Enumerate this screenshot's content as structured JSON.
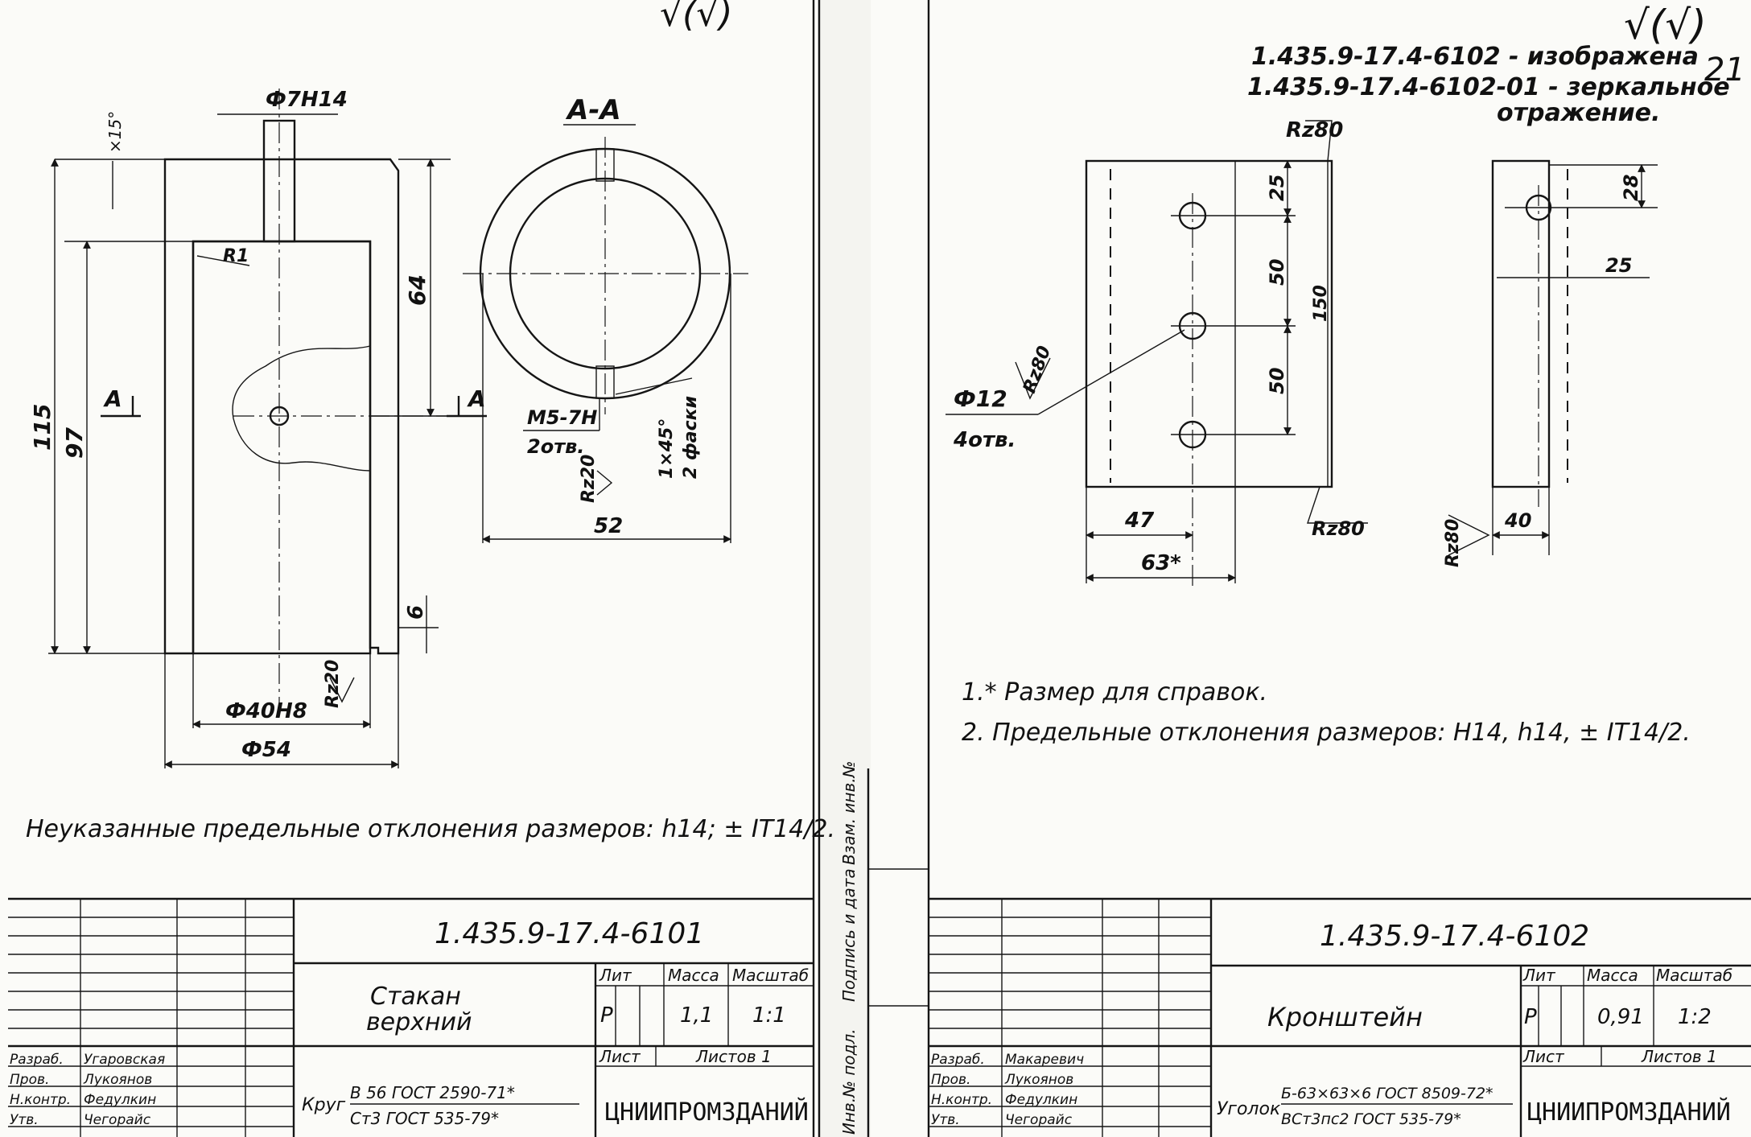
{
  "corner_marks": {
    "left_roughness": "√(√)",
    "right_roughness": "√(√)",
    "page_number": "21"
  },
  "left_sheet": {
    "view_label": "А-А",
    "dims": {
      "pin_hole": "Ф7Н14",
      "angle": "×15°",
      "radius": "R1",
      "height_total": "115",
      "height_inner": "97",
      "height_upper": "64",
      "bottom_gap": "6",
      "section_mark": "А",
      "inner_dia": "Ф40Н8",
      "outer_dia": "Ф54",
      "roughness_bottom": "Rz20",
      "thread": "М5-7Н",
      "thread_count": "2отв.",
      "angle_note": "1×45°",
      "angle_note2": "2 фаски",
      "roughness_section": "Rz20",
      "section_width": "52"
    },
    "note": "Неуказанные предельные отклонения размеров: h14; ± IT14/2.",
    "title_block": {
      "designation": "1.435.9-17.4-6101",
      "name_line1": "Стакан",
      "name_line2": "верхний",
      "lit_header": "Лит",
      "mass_header": "Масса",
      "scale_header": "Масштаб",
      "lit_value": "Р",
      "mass_value": "1,1",
      "scale_value": "1:1",
      "sheet_label": "Лист",
      "sheets_label": "Листов 1",
      "material_prefix": "Круг",
      "material_line1": "В 56 ГОСТ 2590-71*",
      "material_line2": "Ст3 ГОСТ 535-79*",
      "org": "ЦНИИПРОМЗДАНИЙ",
      "roles": [
        "Разраб.",
        "Пров.",
        "Н.контр.",
        "Утв."
      ],
      "names": [
        "Угаровская",
        "Лукоянов",
        "Федулкин",
        "Чегорайс"
      ]
    }
  },
  "margin_strip": {
    "labels": [
      "Инв.№ подл.",
      "Подпись и дата",
      "Взам. инв.№"
    ]
  },
  "right_sheet": {
    "header_line1": "1.435.9-17.4-6102 - изображена",
    "header_line2": "1.435.9-17.4-6102-01 - зеркальное",
    "header_line3": "отражение.",
    "dims": {
      "rough_top": "Rz80",
      "d25": "25",
      "d50a": "50",
      "d50b": "50",
      "d150": "150",
      "hole": "Ф12",
      "hole_count": "4отв.",
      "rough_left": "Rz80",
      "rough_bottom": "Rz80",
      "d47": "47",
      "d63": "63*",
      "side_28": "28",
      "side_25": "25",
      "side_rough": "Rz80",
      "side_40": "40"
    },
    "notes": [
      "1.* Размер для справок.",
      "2. Предельные отклонения размеров: Н14, h14, ± IT14/2."
    ],
    "title_block": {
      "designation": "1.435.9-17.4-6102",
      "name": "Кронштейн",
      "lit_header": "Лит",
      "mass_header": "Масса",
      "scale_header": "Масштаб",
      "lit_value": "Р",
      "mass_value": "0,91",
      "scale_value": "1:2",
      "sheet_label": "Лист",
      "sheets_label": "Листов 1",
      "material_prefix": "Уголок",
      "material_line1": "Б-63×63×6 ГОСТ 8509-72*",
      "material_line2": "ВСт3пс2 ГОСТ 535-79*",
      "org": "ЦНИИПРОМЗДАНИЙ",
      "roles": [
        "Разраб.",
        "Пров.",
        "Н.контр.",
        "Утв."
      ],
      "names": [
        "Макаревич",
        "Лукоянов",
        "Федулкин",
        "Чегорайс"
      ]
    }
  }
}
